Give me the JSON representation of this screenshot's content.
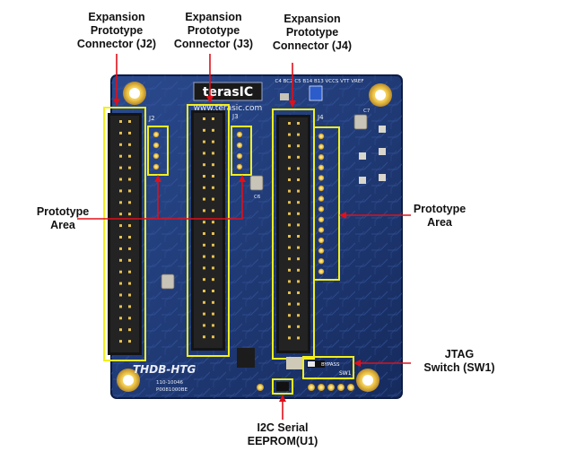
{
  "callouts": {
    "j2": "Expansion\nPrototype\nConnector (J2)",
    "j3": "Expansion\nPrototype\nConnector (J3)",
    "j4": "Expansion\nPrototype\nConnector (J4)",
    "proto_left": "Prototype\nArea",
    "proto_right": "Prototype\nArea",
    "jtag": "JTAG\nSwitch (SW1)",
    "eeprom": "I2C Serial\nEEPROM(U1)"
  },
  "board": {
    "logo": "terasIC",
    "url": "www.terasic.com",
    "name": "THDB-HTG",
    "part_line1": "110-10046",
    "part_line2": "P0081000BE",
    "bypass": "BYPASS",
    "sw1": "SW1",
    "ref_j2": "J2",
    "ref_j3": "J3",
    "ref_j4": "J4",
    "ref_c6": "C6",
    "ref_c7": "C7",
    "top_labels": "C4  BC2  C5  B14  B13  VCCS  VTT  VREF",
    "colors": {
      "pcb": "#1f3a78",
      "highlight": "#f2ef1a",
      "arrow": "#e0101a"
    }
  }
}
